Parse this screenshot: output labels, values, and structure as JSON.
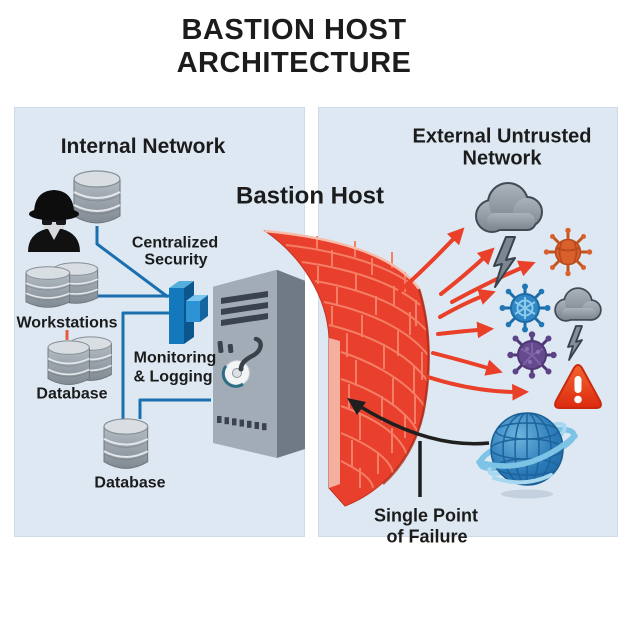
{
  "title": {
    "line1": "BASTION HOST",
    "line2": "ARCHITECTURE"
  },
  "bastion_host_label": "Bastion Host",
  "internal_network": {
    "heading": "Internal Network",
    "workstations_label": "Workstations",
    "database_label_1": "Database",
    "database_label_2": "Database",
    "centralized_security": {
      "line1": "Centralized",
      "line2": "Security"
    },
    "monitoring_logging": {
      "line1": "Monitoring",
      "line2": "& Logging"
    }
  },
  "external_network": {
    "heading": {
      "line1": "External Untrusted",
      "line2": "Network"
    },
    "single_point_of_failure": {
      "line1": "Single Point",
      "line2": "of Failure"
    }
  },
  "icons": {
    "hacker": "hacker-icon",
    "database": "database-cylinder-icon",
    "workstations": "workstations-databases-icon",
    "security_gateway": "centralized-security-gateway-icon",
    "server": "bastion-server-tower-icon",
    "wall": "firewall-brick-wall",
    "storm_cloud": "storm-cloud-lightning-icon",
    "virus_orange": "virus-icon-orange",
    "virus_blue": "virus-icon-blue",
    "virus_purple": "virus-icon-purple",
    "warning": "warning-triangle-icon",
    "globe": "globe-icon",
    "attack_arrow": "attack-arrow",
    "pointer_arrow": "single-point-pointer-arrow"
  },
  "colors": {
    "panel_bg": "#dde8f2",
    "wall_red": "#e8402c",
    "mortar_pink": "#f47e66",
    "line_blue": "#1a6fae",
    "arrow_red": "#ea3f28",
    "server_gray": "#a2acb6",
    "text": "#1c1c1c"
  }
}
